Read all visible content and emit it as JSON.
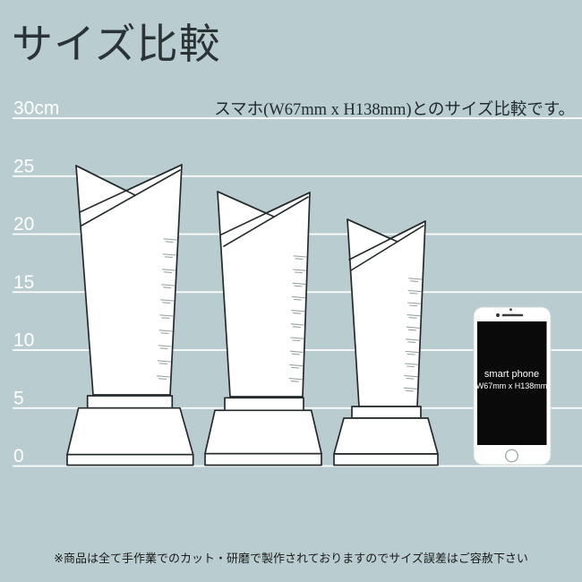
{
  "title": "サイズ比較",
  "subtitle": "スマホ(W67mm x H138mm)とのサイズ比較です。",
  "footer_note": "※商品は全て手作業でのカット・研磨で製作されておりますのでサイズ誤差はご容赦下さい",
  "axis": {
    "unit": "cm",
    "ticks": [
      {
        "label": "30cm",
        "cm": 30
      },
      {
        "label": "25",
        "cm": 25
      },
      {
        "label": "20",
        "cm": 20
      },
      {
        "label": "15",
        "cm": 15
      },
      {
        "label": "10",
        "cm": 10
      },
      {
        "label": "5",
        "cm": 5
      },
      {
        "label": "0",
        "cm": 0
      }
    ],
    "line_color": "#ffffff",
    "label_color": "#ffffff"
  },
  "phone": {
    "label_line1": "smart phone",
    "label_line2": "W67mm x H138mm",
    "width_mm": 67,
    "height_mm": 138
  },
  "chart_data": {
    "type": "size-comparison-diagram",
    "y_axis": {
      "unit": "cm",
      "min": 0,
      "max": 30,
      "gridlines": [
        30,
        25,
        20,
        15,
        10,
        5,
        0
      ]
    },
    "items": [
      {
        "name": "crystal-trophy-large",
        "approx_height_cm": 26
      },
      {
        "name": "crystal-trophy-medium",
        "approx_height_cm": 23.5
      },
      {
        "name": "crystal-trophy-small",
        "approx_height_cm": 21
      },
      {
        "name": "smartphone",
        "width_mm": 67,
        "height_mm": 138,
        "approx_height_cm": 13.8
      }
    ]
  },
  "colors": {
    "background": "#b9cccf",
    "gridline": "#ffffff",
    "outline": "#252b2d",
    "trophy_fill": "#ffffff",
    "phone_screen": "#0a0a0a",
    "title_text": "#2a3336",
    "footer_text": "#1b1b1b"
  }
}
